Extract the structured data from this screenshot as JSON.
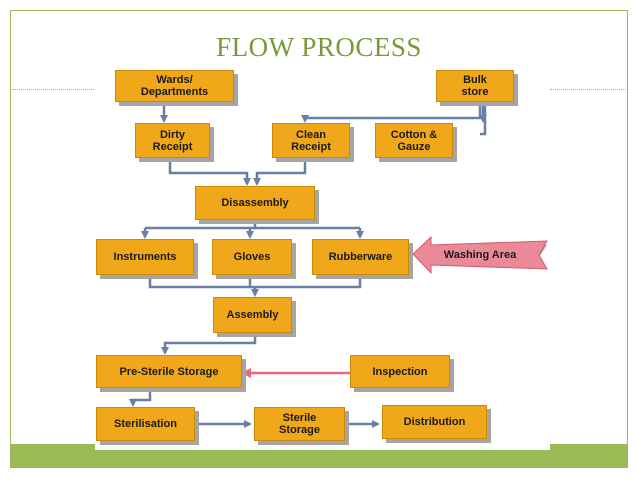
{
  "slide": {
    "title": "FLOW PROCESS"
  },
  "colors": {
    "accent": "#9bbb59",
    "title_text": "#7a9a3a",
    "box_fill": "#f0a81a",
    "connector": "#6a7fa8",
    "washing_arrow": "#e86a7a"
  },
  "nodes": {
    "wards": "Wards/ Departments",
    "bulk_store": "Bulk store",
    "dirty_receipt": "Dirty Receipt",
    "clean_receipt": "Clean Receipt",
    "cotton_gauze": "Cotton & Gauze",
    "disassembly": "Disassembly",
    "instruments": "Instruments",
    "gloves": "Gloves",
    "rubberware": "Rubberware",
    "washing_area": "Washing Area",
    "assembly": "Assembly",
    "pre_sterile": "Pre-Sterile Storage",
    "inspection": "Inspection",
    "sterilisation": "Sterilisation",
    "sterile_storage": "Sterile Storage",
    "distribution": "Distribution"
  }
}
